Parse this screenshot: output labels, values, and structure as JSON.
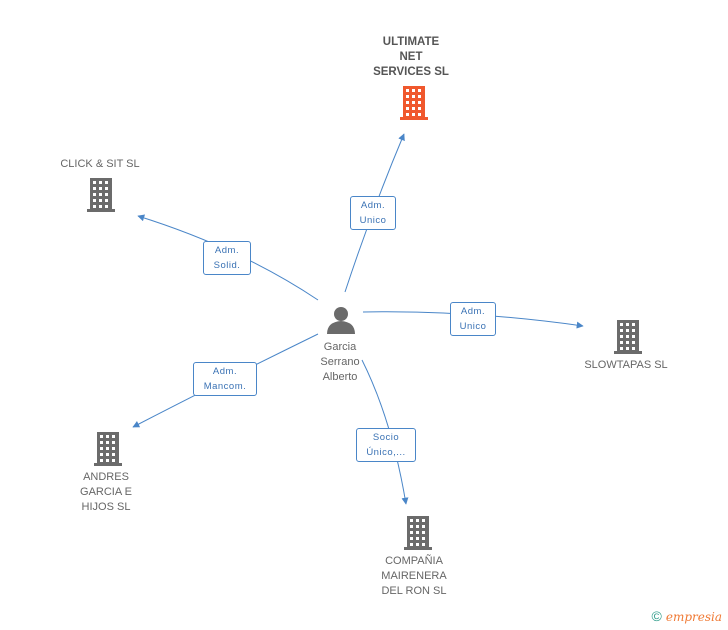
{
  "colors": {
    "edge": "#4a86c8",
    "building": "#6b6b6b",
    "building_highlight": "#f0582d",
    "person": "#6b6b6b"
  },
  "center": {
    "name": "Garcia\nSerrano\nAlberto",
    "icon": "person-icon"
  },
  "nodes": [
    {
      "id": "ultimate",
      "name": "ULTIMATE\nNET\nSERVICES  SL",
      "icon": "building-icon",
      "highlight": true
    },
    {
      "id": "click",
      "name": "CLICK & SIT SL",
      "icon": "building-icon",
      "highlight": false
    },
    {
      "id": "slowtapas",
      "name": "SLOWTAPAS SL",
      "icon": "building-icon",
      "highlight": false
    },
    {
      "id": "andres",
      "name": "ANDRES\nGARCIA E\nHIJOS SL",
      "icon": "building-icon",
      "highlight": false
    },
    {
      "id": "compania",
      "name": "COMPAÑIA\nMAIRENERA\nDEL RON SL",
      "icon": "building-icon",
      "highlight": false
    }
  ],
  "edges": [
    {
      "to": "ultimate",
      "label": "Adm.\nUnico"
    },
    {
      "to": "click",
      "label": "Adm.\nSolid."
    },
    {
      "to": "slowtapas",
      "label": "Adm.\nUnico"
    },
    {
      "to": "andres",
      "label": "Adm.\nMancom."
    },
    {
      "to": "compania",
      "label": "Socio\nÚnico,..."
    }
  ],
  "footer": {
    "copyright": "©",
    "brand_initial": "e",
    "brand_rest": "mpresia"
  }
}
